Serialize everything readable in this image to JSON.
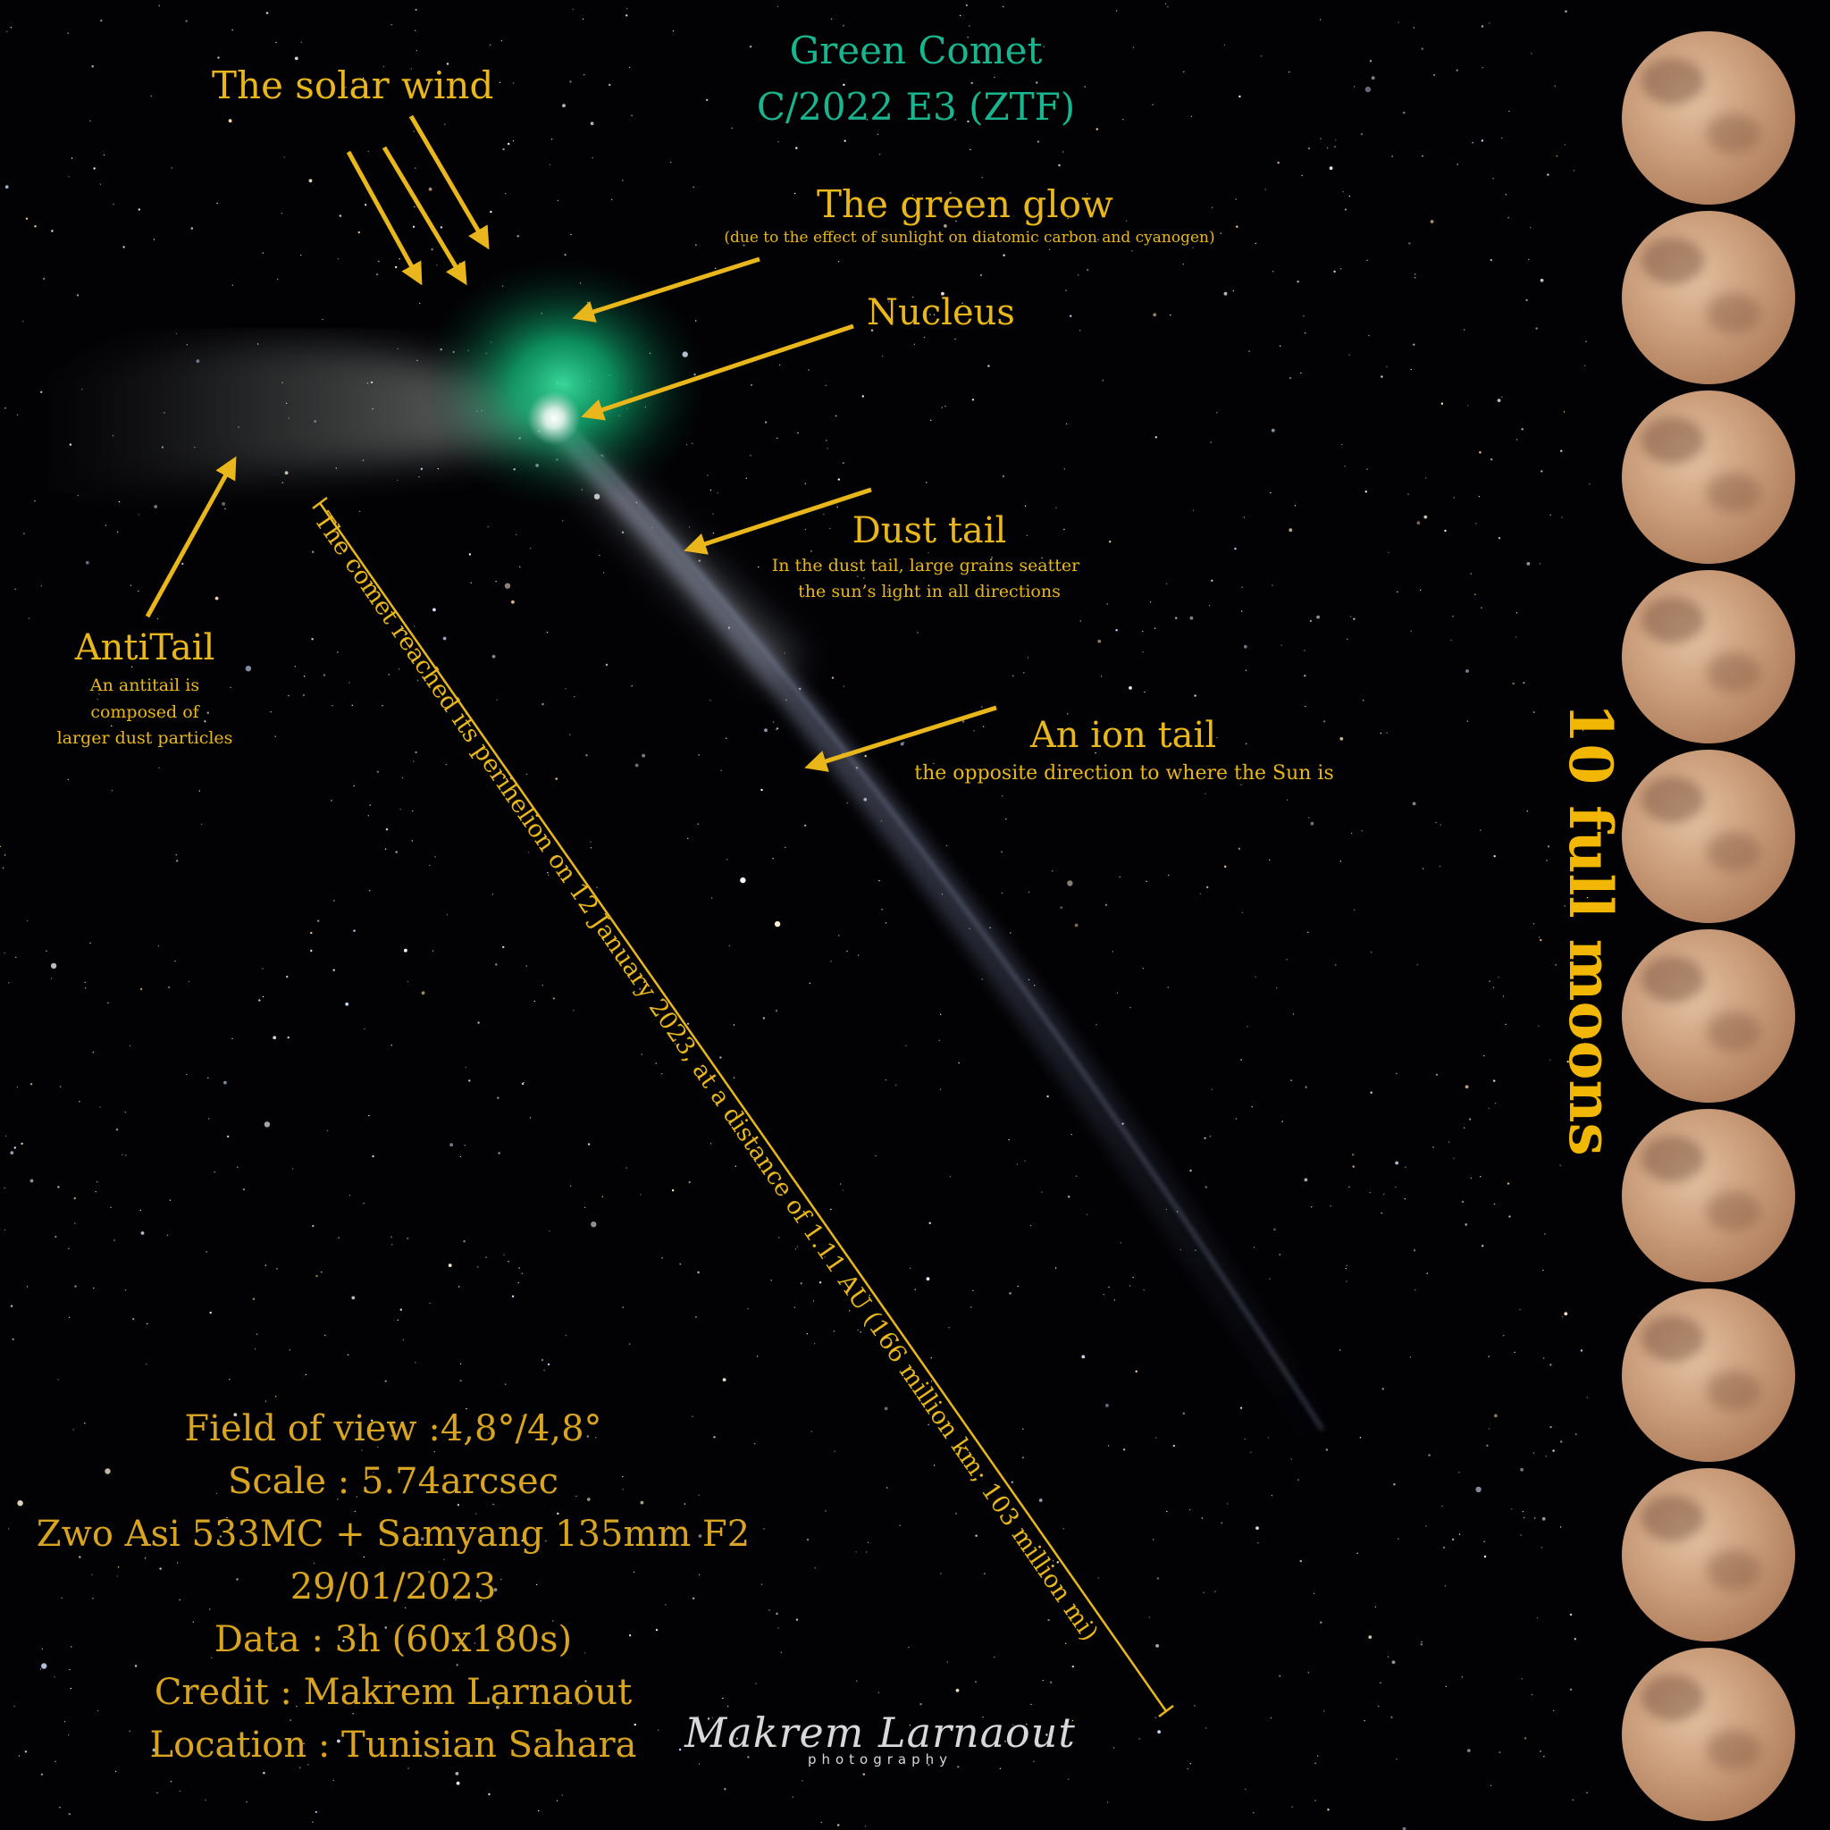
{
  "title": {
    "line1": "Green Comet",
    "line2": "C/2022 E3 (ZTF)"
  },
  "labels": {
    "solar_wind": "The solar wind",
    "green_glow": "The green glow",
    "green_glow_note": "(due to the effect of sunlight on diatomic carbon and cyanogen)",
    "nucleus": "Nucleus",
    "dust_tail": "Dust tail",
    "dust_tail_note_1": "In the dust tail, large grains seatter",
    "dust_tail_note_2": "the sun’s light in all directions",
    "ion_tail": "An ion tail",
    "ion_tail_note": "the opposite direction to where the Sun is",
    "antitail": "AntiTail",
    "antitail_note_1": "An antitail is",
    "antitail_note_2": "composed of",
    "antitail_note_3": "larger dust particles"
  },
  "perihelion_note": "The comet reached its perihelion on 12 January 2023, at a distance of 1.11 AU (166 million km; 103 million mi)",
  "moons_caption": "10 full moons",
  "moon_count": 10,
  "info": {
    "field_of_view": "Field of view :4,8°/4,8°",
    "scale": "Scale : 5.74arcsec",
    "equipment": "Zwo Asi 533MC + Samyang 135mm F2",
    "date": "29/01/2023",
    "data": "Data : 3h (60x180s)",
    "credit": "Credit : Makrem Larnaout",
    "location": "Location : Tunisian Sahara"
  },
  "signature": {
    "name": "Makrem Larnaout",
    "subtitle": "photography"
  },
  "colors": {
    "annotation": "#e9b71b",
    "title": "#19b58e",
    "coma_green": "#12c77a",
    "sky": "#020205"
  }
}
